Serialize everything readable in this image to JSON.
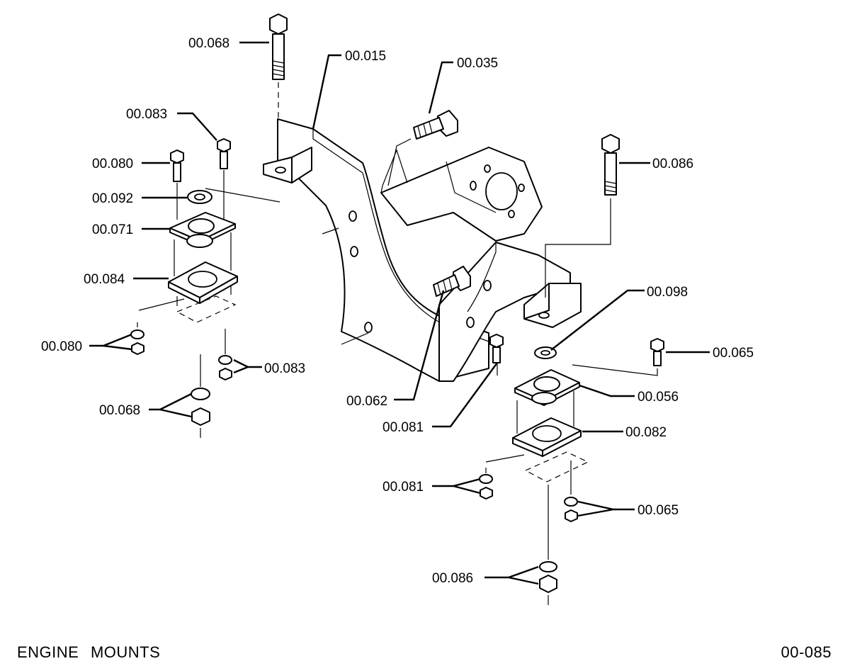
{
  "title": "ENGINE   MOUNTS",
  "page_code": "00-085",
  "callouts": [
    {
      "id": "bolt-top-left",
      "label": "00.068"
    },
    {
      "id": "bracket-left",
      "label": "00.015"
    },
    {
      "id": "bolt-bracket",
      "label": "00.035"
    },
    {
      "id": "screw-left-b",
      "label": "00.083"
    },
    {
      "id": "screw-left-a",
      "label": "00.080"
    },
    {
      "id": "washer-left",
      "label": "00.092"
    },
    {
      "id": "mount-left",
      "label": "00.071"
    },
    {
      "id": "plate-left",
      "label": "00.084"
    },
    {
      "id": "bolt-top-right",
      "label": "00.086"
    },
    {
      "id": "washer-right",
      "label": "00.098"
    },
    {
      "id": "screw-right-b",
      "label": "00.065"
    },
    {
      "id": "nuts-left-a",
      "label": "00.080"
    },
    {
      "id": "nuts-left-b",
      "label": "00.083"
    },
    {
      "id": "nuts-left-c",
      "label": "00.068"
    },
    {
      "id": "bolt-center",
      "label": "00.062"
    },
    {
      "id": "mount-right",
      "label": "00.056"
    },
    {
      "id": "screw-right-a",
      "label": "00.081"
    },
    {
      "id": "plate-right",
      "label": "00.082"
    },
    {
      "id": "nuts-right-a",
      "label": "00.081"
    },
    {
      "id": "nuts-right-b",
      "label": "00.065"
    },
    {
      "id": "nuts-right-c",
      "label": "00.086"
    }
  ]
}
